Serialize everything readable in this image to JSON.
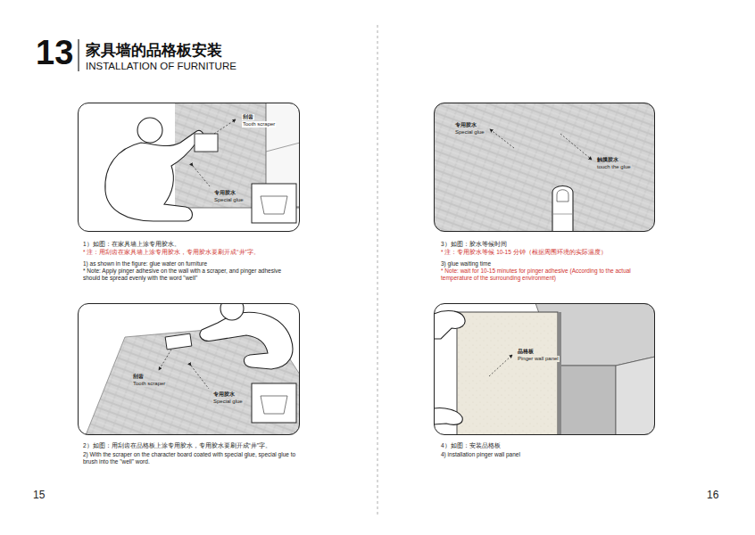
{
  "diagram": {
    "title": "家具墙的品格板安装",
    "nodes": [
      {
        "text": [
          "刮齿",
          "Tooth scraper",
          "专用胶水",
          "Special glue"
        ]
      },
      {
        "text": [
          "刮齿",
          "Tooth scraper",
          "专用胶水",
          "Special glue"
        ]
      },
      {
        "text": [
          "专用胶水",
          "Special glue",
          "触摸胶水",
          "touch the glue"
        ]
      },
      {
        "text": [
          "品格板",
          "Pinger wall panel"
        ]
      }
    ],
    "labels": [
      "13",
      "INSTALLATION OF FURNITURE",
      "1）如图：在家具墙上涂专用胶水。",
      "* 注：用刮齿在家具墙上涂专用胶水，专用胶水要刷开成“井”字。",
      "1) as shown in the figure: glue water on furniture",
      "* Note: Apply pinger adhesive on the wall with a scraper, and pinger adhesive should be spread evenly with the word \"well\"",
      "2）如图：用刮齿在品格板上涂专用胶水，专用胶水要刷开成“井”字。",
      "2) With the scraper on the character board coated with special glue, special glue to brush into the \"well\" word.",
      "3）如图：胶水等候时间",
      "* 注：专用胶水等候 10-15 分钟（根据周围环境的实际温度）",
      "3) glue waiting time",
      "* Note: wait for 10-15 minutes for pinger adhesive (According to the actual temperature of the surrounding environment)",
      "4）如图：安装品格板",
      "4) installation pinger wall panel",
      "15",
      "16"
    ]
  }
}
